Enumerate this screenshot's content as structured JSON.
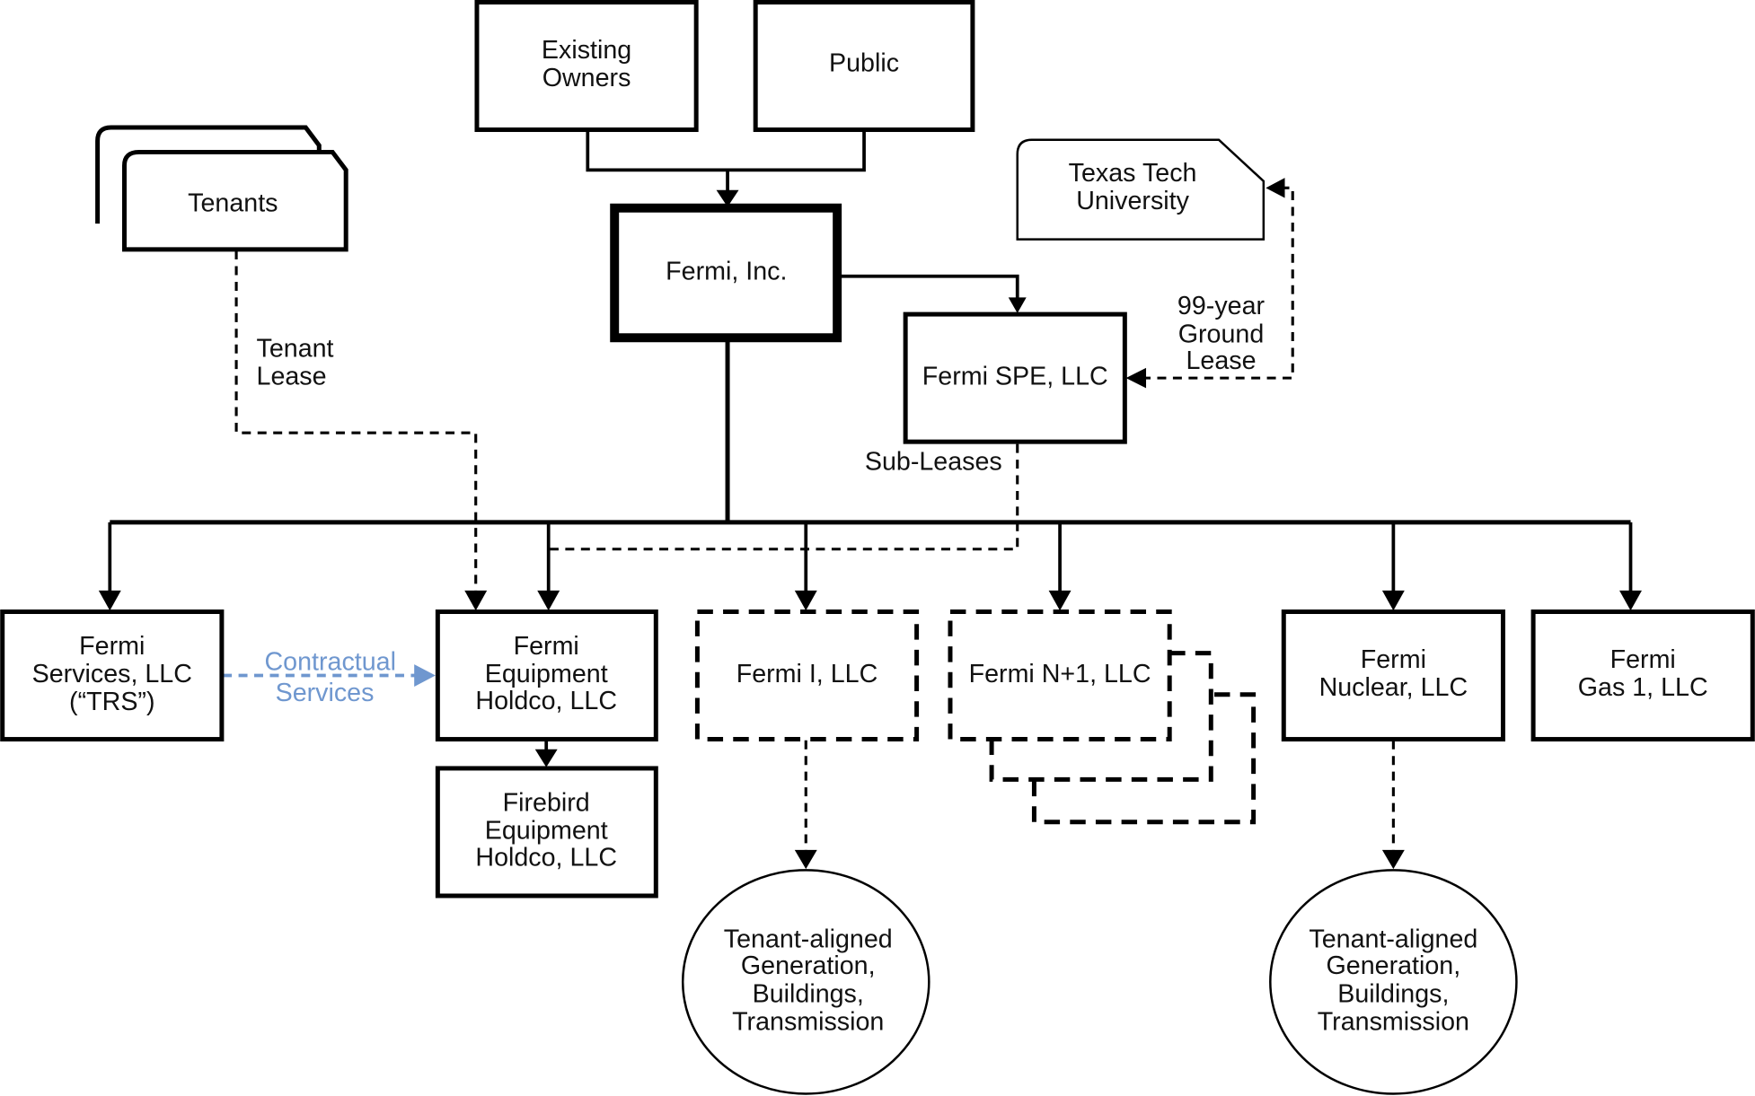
{
  "diagram": {
    "title": "Fermi organizational structure",
    "nodes": {
      "existing_owners": [
        "Existing",
        "Owners"
      ],
      "public": [
        "Public"
      ],
      "tenants": [
        "Tenants"
      ],
      "texas_tech": [
        "Texas Tech",
        "University"
      ],
      "fermi_inc": [
        "Fermi, Inc."
      ],
      "fermi_spe": [
        "Fermi SPE, LLC"
      ],
      "fermi_services": [
        "Fermi",
        "Services, LLC",
        "(“TRS”)"
      ],
      "fermi_equipment": [
        "Fermi",
        "Equipment",
        "Holdco, LLC"
      ],
      "firebird": [
        "Firebird",
        "Equipment",
        "Holdco, LLC"
      ],
      "fermi_i": [
        "Fermi I, LLC"
      ],
      "fermi_n1": [
        "Fermi N+1, LLC"
      ],
      "fermi_nuclear": [
        "Fermi",
        "Nuclear, LLC"
      ],
      "fermi_gas": [
        "Fermi",
        "Gas 1, LLC"
      ],
      "assets_1": [
        "Tenant-aligned",
        "Generation,",
        "Buildings,",
        "Transmission"
      ],
      "assets_2": [
        "Tenant-aligned",
        "Generation,",
        "Buildings,",
        "Transmission"
      ]
    },
    "edge_labels": {
      "tenant_lease": [
        "Tenant",
        "Lease"
      ],
      "ground_lease": [
        "99-year",
        "Ground",
        "Lease"
      ],
      "sub_leases": "Sub-Leases",
      "contractual": [
        "Contractual",
        "Services"
      ]
    },
    "colors": {
      "line": "#000000",
      "contractual": "#6f97cf"
    }
  }
}
